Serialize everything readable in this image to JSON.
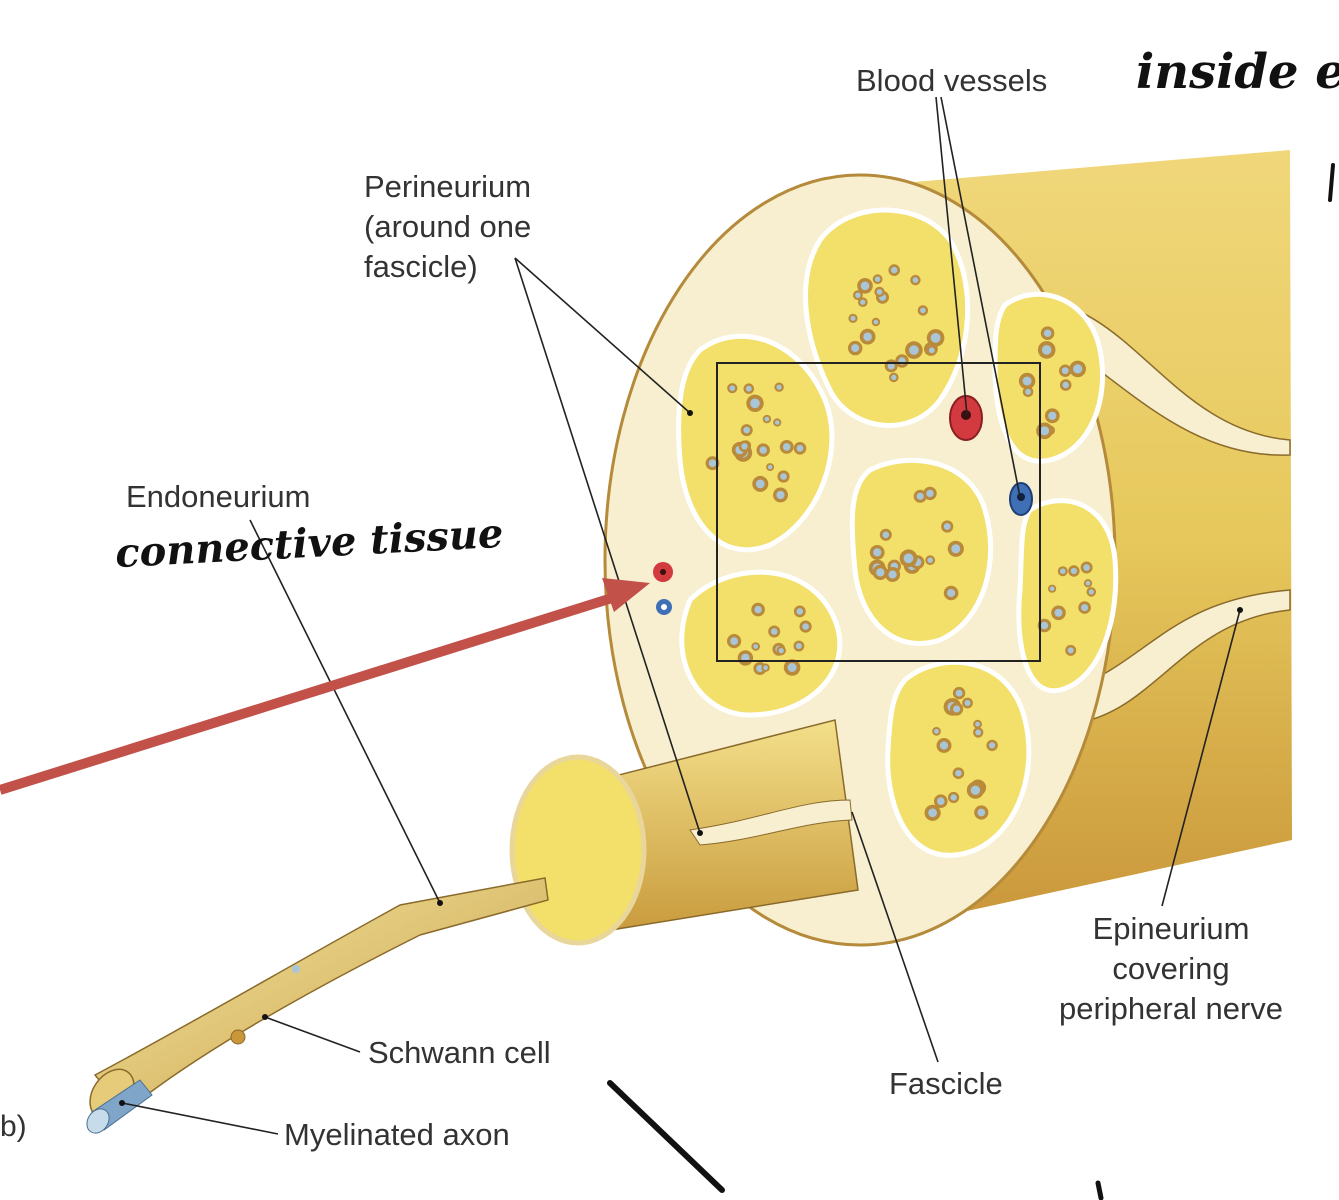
{
  "labels": {
    "blood_vessels": "Blood vessels",
    "perineurium": [
      "Perineurium",
      "(around one",
      "fascicle)"
    ],
    "endoneurium": "Endoneurium",
    "schwann_cell": "Schwann cell",
    "myelinated_axon": "Myelinated axon",
    "fascicle": "Fascicle",
    "epineurium": [
      "Epineurium",
      "covering",
      "peripheral nerve"
    ],
    "panel_letter": "b)"
  },
  "annotations": {
    "handwritten_top": "inside ep",
    "handwritten_mid": "connective tissue"
  },
  "colors": {
    "nerve_yellow": "#e9cf62",
    "nerve_shadow": "#c99a36",
    "fascicle_fill": "#f2e06a",
    "endoneurium_cream": "#f7efcf",
    "axon_ring": "#b98a3a",
    "axon_core": "#a9c6d8",
    "artery_red": "#d23a3f",
    "vein_blue": "#3f6fb5",
    "annotation_arrow": "#c2514a"
  }
}
